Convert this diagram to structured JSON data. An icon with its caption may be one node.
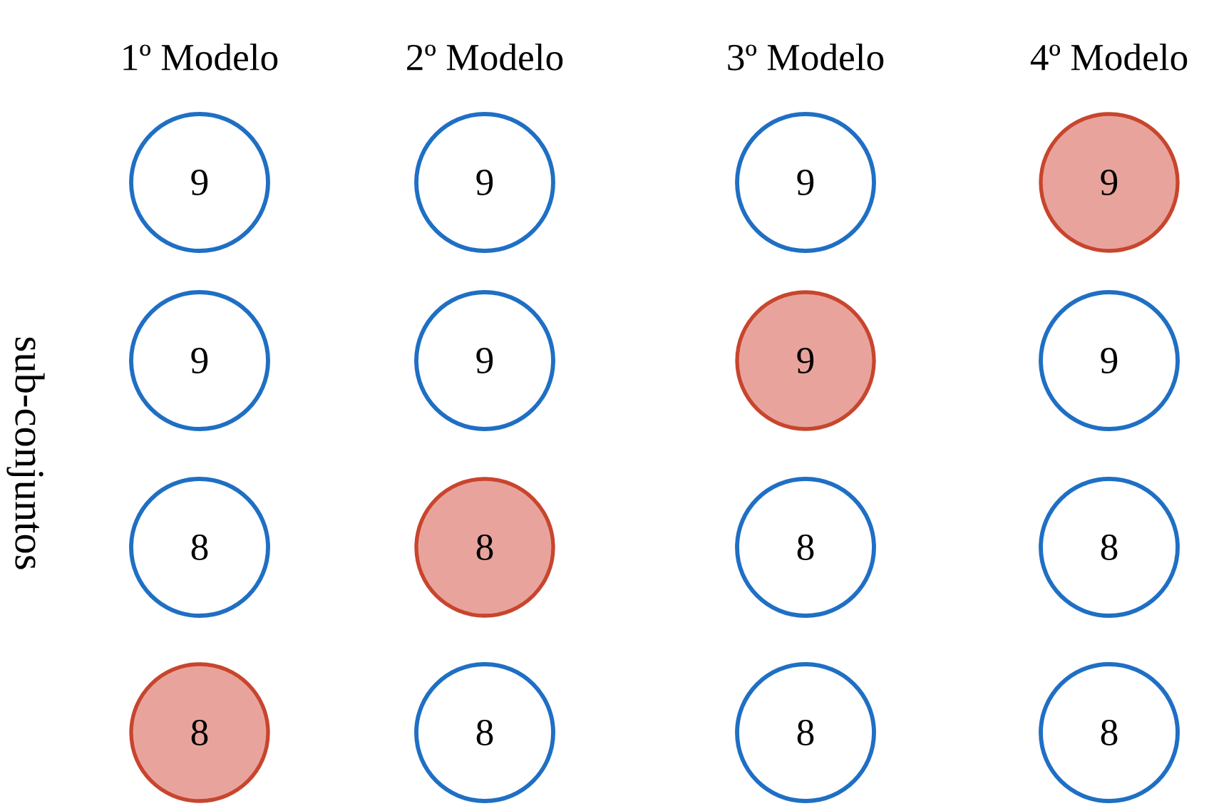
{
  "diagram": {
    "nodes": [
      {
        "text": [
          "9"
        ]
      },
      {
        "text": [
          "9"
        ]
      },
      {
        "text": [
          "9"
        ]
      },
      {
        "text": [
          "9"
        ]
      },
      {
        "text": [
          "9"
        ]
      },
      {
        "text": [
          "9"
        ]
      },
      {
        "text": [
          "9"
        ]
      },
      {
        "text": [
          "9"
        ]
      },
      {
        "text": [
          "8"
        ]
      },
      {
        "text": [
          "8"
        ]
      },
      {
        "text": [
          "8"
        ]
      },
      {
        "text": [
          "8"
        ]
      },
      {
        "text": [
          "8"
        ]
      },
      {
        "text": [
          "8"
        ]
      },
      {
        "text": [
          "8"
        ]
      },
      {
        "text": [
          "8"
        ]
      }
    ],
    "labels": [
      "1º Modelo",
      "2º Modelo",
      "3º Modelo",
      "4º Modelo",
      "sub-conjuntos"
    ]
  }
}
